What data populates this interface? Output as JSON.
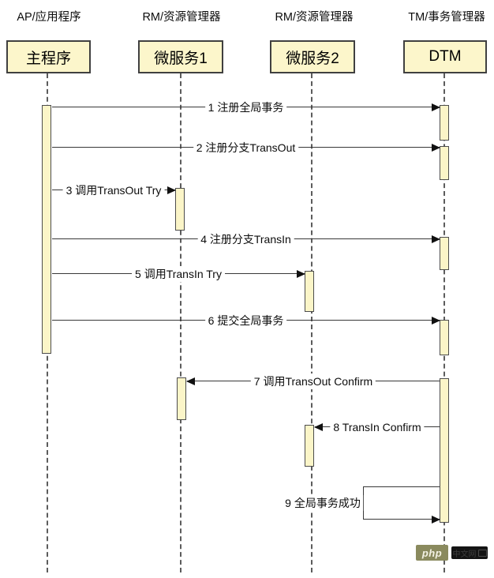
{
  "diagram": {
    "participants": [
      {
        "role": "AP/应用程序",
        "name": "主程序"
      },
      {
        "role": "RM/资源管理器",
        "name": "微服务1"
      },
      {
        "role": "RM/资源管理器",
        "name": "微服务2"
      },
      {
        "role": "TM/事务管理器",
        "name": "DTM"
      }
    ],
    "messages": [
      {
        "label": "1 注册全局事务",
        "from": "主程序",
        "to": "DTM"
      },
      {
        "label": "2 注册分支TransOut",
        "from": "主程序",
        "to": "DTM"
      },
      {
        "label": "3 调用TransOut Try",
        "from": "主程序",
        "to": "微服务1"
      },
      {
        "label": "4 注册分支TransIn",
        "from": "主程序",
        "to": "DTM"
      },
      {
        "label": "5 调用TransIn Try",
        "from": "主程序",
        "to": "微服务2"
      },
      {
        "label": "6 提交全局事务",
        "from": "主程序",
        "to": "DTM"
      },
      {
        "label": "7 调用TransOut Confirm",
        "from": "DTM",
        "to": "微服务1"
      },
      {
        "label": "8 TransIn Confirm",
        "from": "DTM",
        "to": "微服务2"
      },
      {
        "label": "9 全局事务成功",
        "from": "DTM",
        "to": "DTM"
      }
    ]
  },
  "watermark": {
    "brand": "php",
    "site": "中文网"
  },
  "colors": {
    "box_fill": "#FCF6CB",
    "box_border": "#404040",
    "activation_fill": "#FBF5C8",
    "line": "#383838",
    "watermark_olive": "#8a8a5e",
    "watermark_dark": "#141414"
  }
}
